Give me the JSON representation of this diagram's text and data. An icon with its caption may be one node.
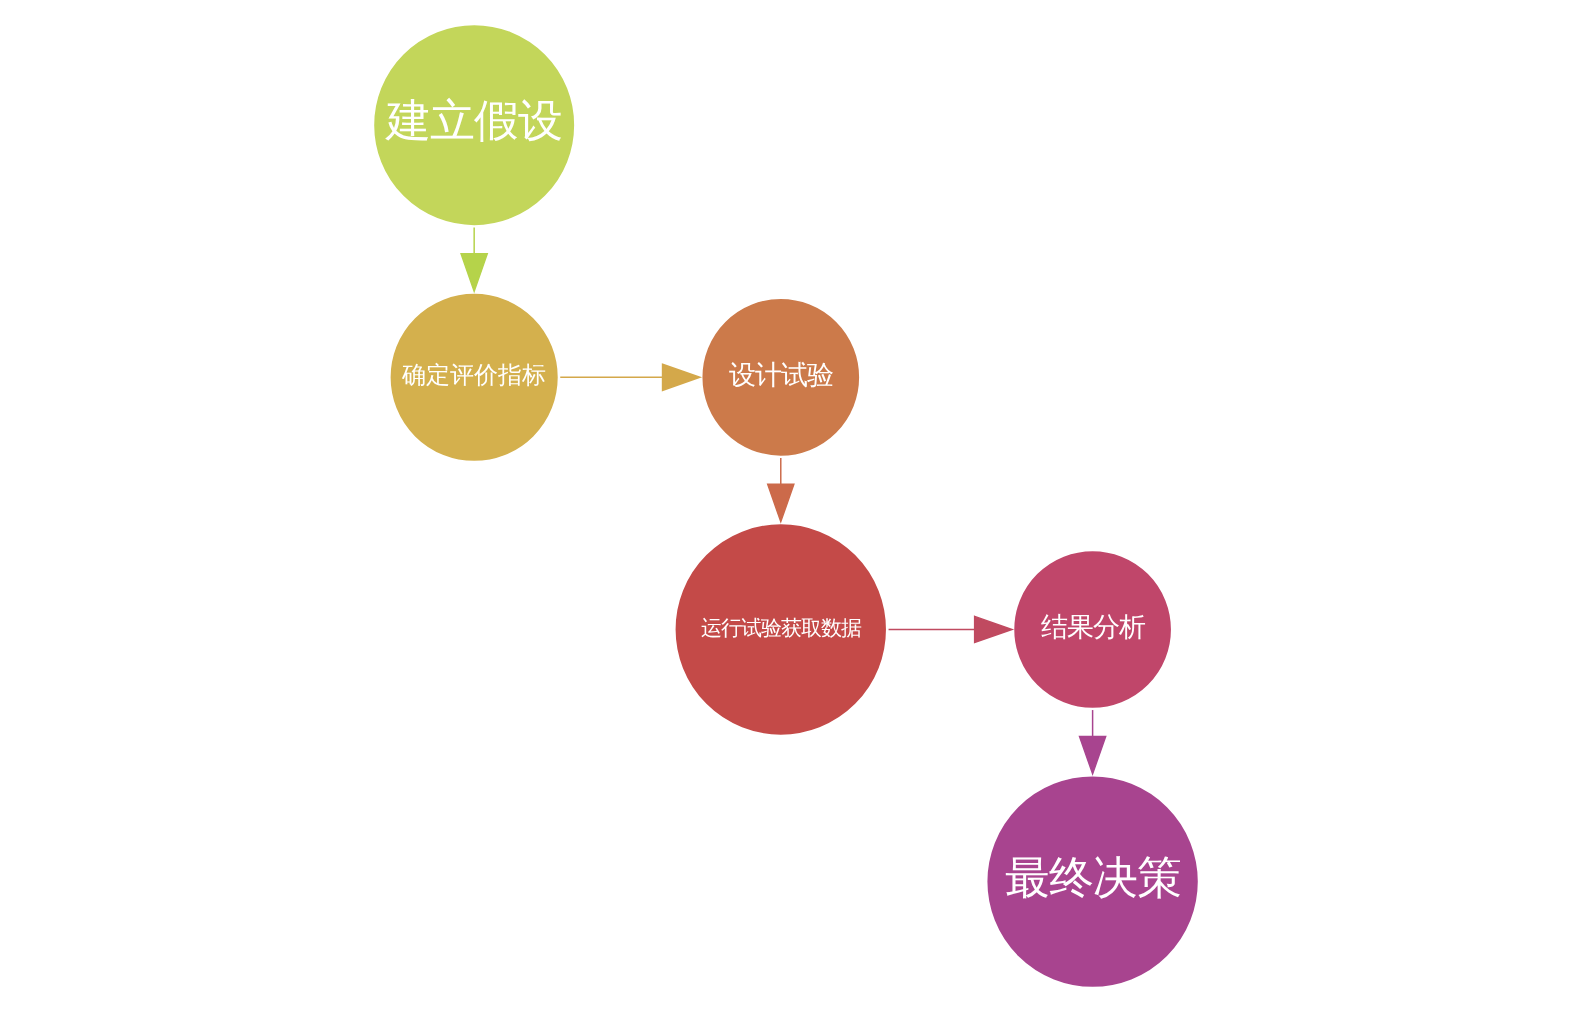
{
  "diagram": {
    "nodes": [
      {
        "text": [
          "建立假设"
        ]
      },
      {
        "text": [
          "确定评价指标"
        ]
      },
      {
        "text": [
          "设计试验"
        ]
      },
      {
        "text": [
          "运行试验获取数据"
        ]
      },
      {
        "text": [
          "结果分析"
        ]
      },
      {
        "text": [
          "最终决策"
        ]
      }
    ],
    "edges": [
      {
        "from": 0,
        "to": 1,
        "arrow": "to",
        "color": "#b5d34a"
      },
      {
        "from": 1,
        "to": 2,
        "arrow": "to",
        "color": "#d4a84a"
      },
      {
        "from": 2,
        "to": 3,
        "arrow": "to",
        "color": "#cc6a4a"
      },
      {
        "from": 3,
        "to": 4,
        "arrow": "to",
        "color": "#c04a60"
      },
      {
        "from": 4,
        "to": 5,
        "arrow": "to",
        "color": "#a8448f"
      }
    ]
  }
}
